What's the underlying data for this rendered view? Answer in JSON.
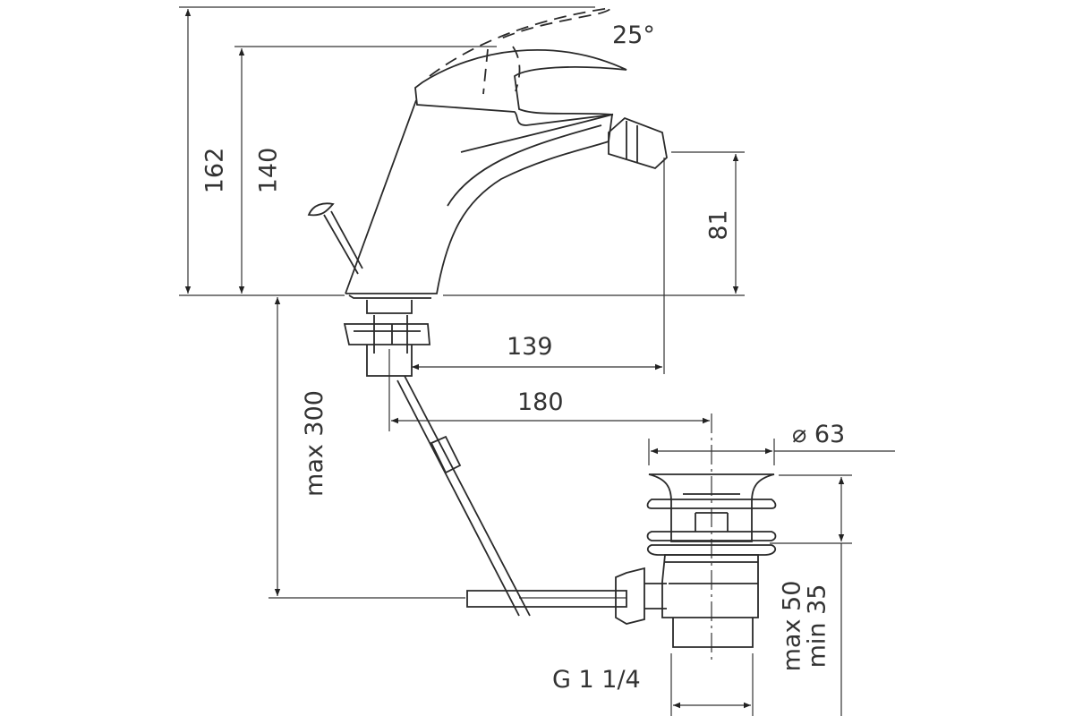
{
  "dimensions": {
    "lever_angle": "25°",
    "total_height": "162",
    "lever_height": "140",
    "spout_height": "81",
    "spout_reach": "139",
    "drain_distance": "180",
    "drain_diameter": "⌀ 63",
    "max_rod_length": "max 300",
    "drain_max": "max 50",
    "drain_min": "min 35",
    "thread": "G 1 1/4"
  },
  "colors": {
    "line": "#2a2a2a",
    "background": "#ffffff"
  }
}
